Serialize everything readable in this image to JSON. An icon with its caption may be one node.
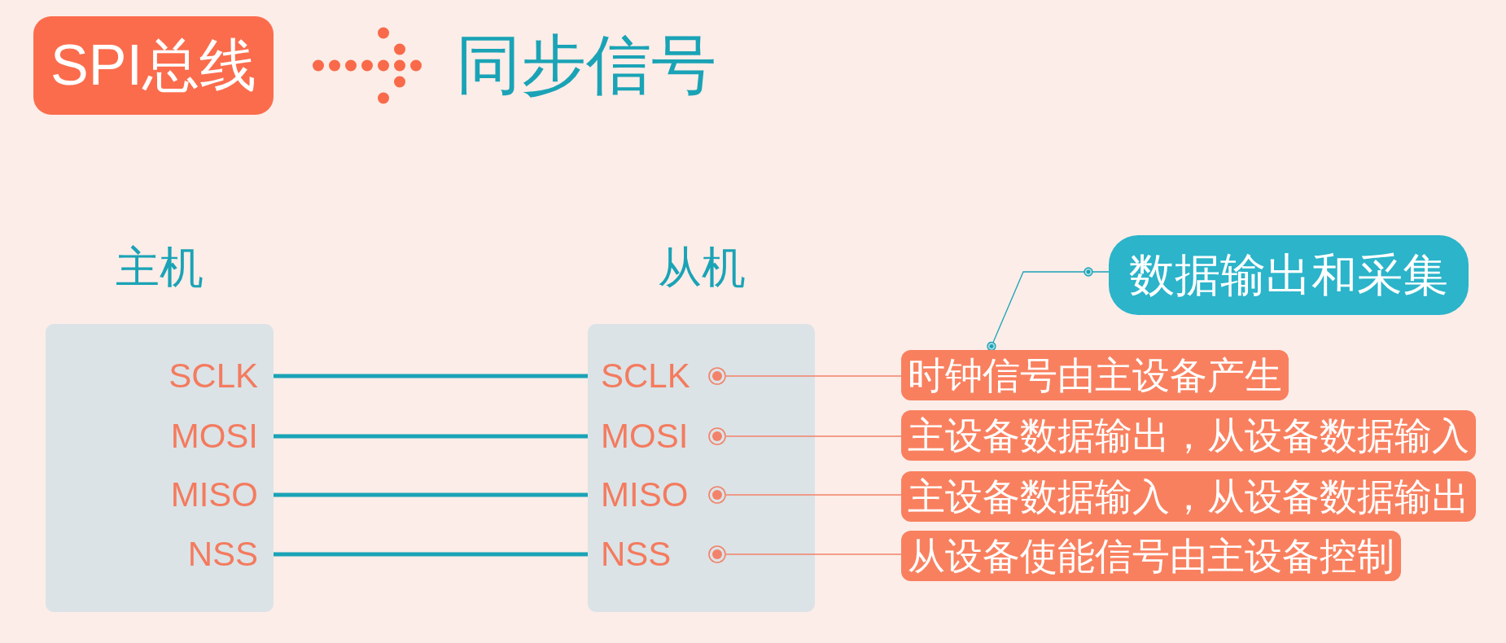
{
  "diagram": {
    "nodes": [
      {
        "text": [
          "SPI总线"
        ]
      },
      {
        "text": [
          "同步信号"
        ]
      },
      {
        "text": [
          "主机"
        ]
      },
      {
        "text": [
          "SCLK"
        ],
        "in": 2
      },
      {
        "text": [
          "MOSI"
        ],
        "in": 2
      },
      {
        "text": [
          "MISO"
        ],
        "in": 2
      },
      {
        "text": [
          "NSS"
        ],
        "in": 2
      },
      {
        "text": [
          "从机"
        ]
      },
      {
        "text": [
          "SCLK"
        ],
        "in": 7
      },
      {
        "text": [
          "MOSI"
        ],
        "in": 7
      },
      {
        "text": [
          "MISO"
        ],
        "in": 7
      },
      {
        "text": [
          "NSS"
        ],
        "in": 7
      },
      {
        "text": [],
        "shape": "circle",
        "in": 7
      },
      {
        "text": [],
        "shape": "circle",
        "in": 7
      },
      {
        "text": [],
        "shape": "circle",
        "in": 7
      },
      {
        "text": [],
        "shape": "circle",
        "in": 7
      },
      {
        "text": [
          "数据输出和采集"
        ]
      },
      {
        "text": [
          "时钟信号由主设备产生"
        ]
      },
      {
        "text": [
          "主设备数据输出，从设备数据输入"
        ]
      },
      {
        "text": [
          "主设备数据输入，从设备数据输出"
        ]
      },
      {
        "text": [
          "从设备使能信号由主设备控制"
        ]
      }
    ],
    "edges": [
      {
        "from": 0,
        "to": 1,
        "arrow": "to",
        "style": "dashed",
        "color": "#f96a4a"
      },
      {
        "from": 3,
        "to": 8,
        "arrow": "none",
        "style": "thick"
      },
      {
        "from": 4,
        "to": 9,
        "arrow": "none",
        "style": "thick"
      },
      {
        "from": 5,
        "to": 10,
        "arrow": "none",
        "style": "thick"
      },
      {
        "from": 6,
        "to": 11,
        "arrow": "none",
        "style": "thick"
      },
      {
        "from": 12,
        "to": 17,
        "arrow": "none",
        "color": "#f3826a"
      },
      {
        "from": 13,
        "to": 18,
        "arrow": "none",
        "color": "#f3826a"
      },
      {
        "from": 14,
        "to": 19,
        "arrow": "none",
        "color": "#f3826a"
      },
      {
        "from": 15,
        "to": 20,
        "arrow": "none",
        "color": "#f3826a"
      },
      {
        "from": 16,
        "to": 17,
        "arrow": "other"
      }
    ]
  }
}
